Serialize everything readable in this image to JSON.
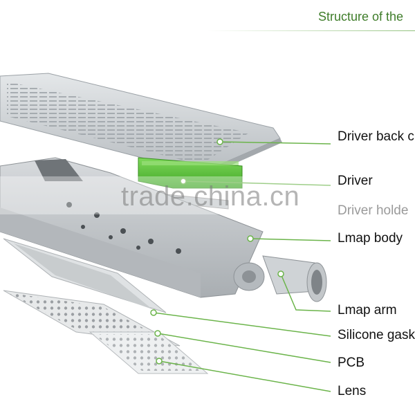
{
  "diagram": {
    "title": "Structure of the",
    "watermark": "trade.china.cn",
    "labels": {
      "driver_back_cover": "Driver back c",
      "driver": "Driver",
      "driver_holder": "Driver holde",
      "lamp_body": "Lmap body",
      "lamp_arm": "Lmap arm",
      "silicone_gasket": "Silicone gask",
      "pcb": "PCB",
      "lens": "Lens"
    },
    "colors": {
      "leader_line": "#6bb44a",
      "title": "#3f7d2a",
      "driver": "#5ec63a",
      "housing": "#c9cdd0"
    }
  }
}
